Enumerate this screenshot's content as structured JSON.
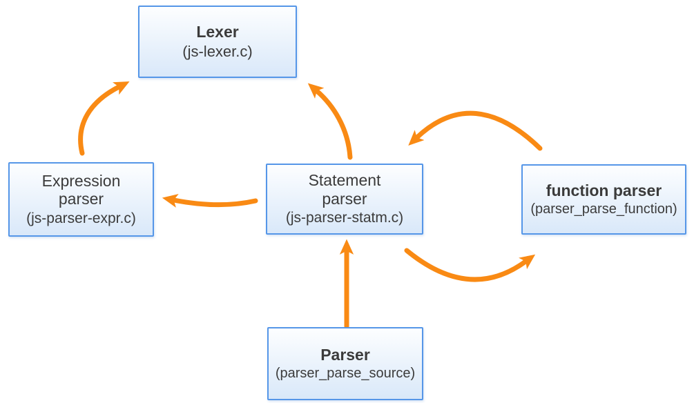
{
  "diagram": {
    "nodes": {
      "lexer": {
        "title": "Lexer",
        "subtitle": "(js-lexer.c)"
      },
      "expression_parser": {
        "title": "Expression parser",
        "subtitle": "(js-parser-expr.c)"
      },
      "statement_parser": {
        "title": "Statement parser",
        "subtitle": "(js-parser-statm.c)"
      },
      "function_parser": {
        "title": "function parser",
        "subtitle": "(parser_parse_function)"
      },
      "parser": {
        "title": "Parser",
        "subtitle": "(parser_parse_source)"
      }
    },
    "edges": [
      {
        "name": "expression-parser-to-lexer",
        "from": "expression_parser",
        "to": "lexer"
      },
      {
        "name": "statement-parser-to-lexer",
        "from": "statement_parser",
        "to": "lexer"
      },
      {
        "name": "statement-parser-to-expression-parser",
        "from": "statement_parser",
        "to": "expression_parser"
      },
      {
        "name": "function-parser-to-statement-parser",
        "from": "function_parser",
        "to": "statement_parser"
      },
      {
        "name": "statement-parser-to-function-parser",
        "from": "statement_parser",
        "to": "function_parser"
      },
      {
        "name": "parser-to-statement-parser",
        "from": "parser",
        "to": "statement_parser"
      }
    ]
  },
  "colors": {
    "arrow_orange": "#F98A14",
    "box_border_blue": "#5596E8",
    "box_fill_top": "#FDFEFF",
    "box_fill_bottom": "#D9E8F9",
    "text": "#3B3B3B",
    "background": "#FFFFFF"
  }
}
